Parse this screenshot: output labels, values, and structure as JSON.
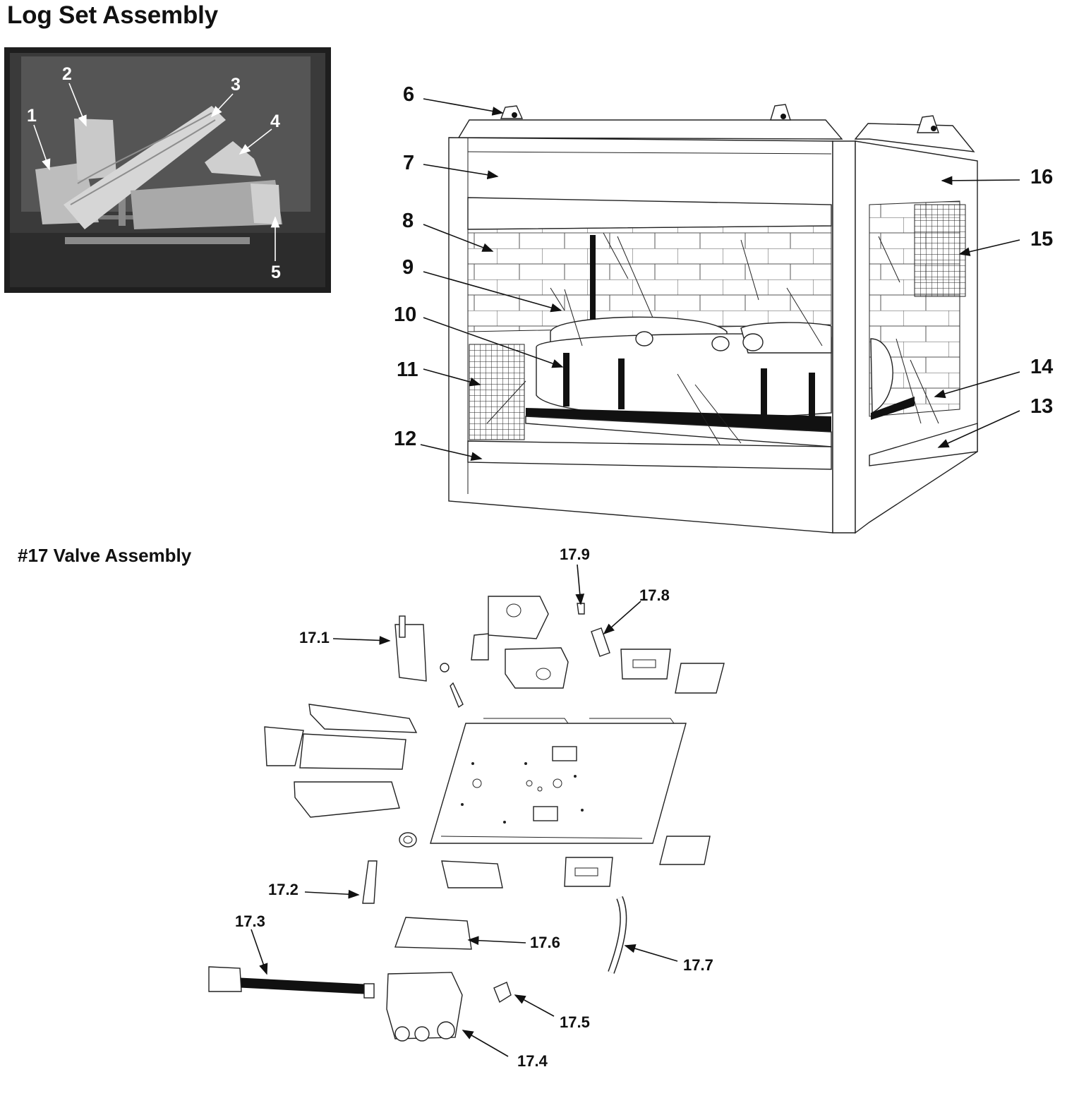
{
  "headings": {
    "log_set": "Log Set Assembly",
    "valve": "#17 Valve Assembly"
  },
  "photo_labels": [
    "1",
    "2",
    "3",
    "4",
    "5"
  ],
  "firebox_labels": [
    "6",
    "7",
    "8",
    "9",
    "10",
    "11",
    "12",
    "13",
    "14",
    "15",
    "16"
  ],
  "valve_labels": [
    "17.1",
    "17.2",
    "17.3",
    "17.4",
    "17.5",
    "17.6",
    "17.7",
    "17.8",
    "17.9"
  ]
}
